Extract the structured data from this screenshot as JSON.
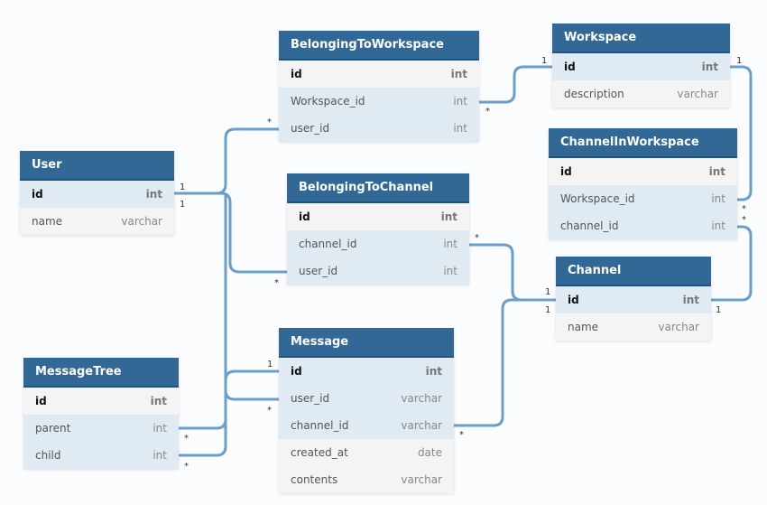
{
  "tables": {
    "belonging_to_workspace": {
      "name": "BelongingToWorkspace",
      "fields": [
        {
          "name": "id",
          "type": "int"
        },
        {
          "name": "Workspace_id",
          "type": "int"
        },
        {
          "name": "user_id",
          "type": "int"
        }
      ]
    },
    "workspace": {
      "name": "Workspace",
      "fields": [
        {
          "name": "id",
          "type": "int"
        },
        {
          "name": "description",
          "type": "varchar"
        }
      ]
    },
    "channel_in_workspace": {
      "name": "ChannelInWorkspace",
      "fields": [
        {
          "name": "id",
          "type": "int"
        },
        {
          "name": "Workspace_id",
          "type": "int"
        },
        {
          "name": "channel_id",
          "type": "int"
        }
      ]
    },
    "user": {
      "name": "User",
      "fields": [
        {
          "name": "id",
          "type": "int"
        },
        {
          "name": "name",
          "type": "varchar"
        }
      ]
    },
    "belonging_to_channel": {
      "name": "BelongingToChannel",
      "fields": [
        {
          "name": "id",
          "type": "int"
        },
        {
          "name": "channel_id",
          "type": "int"
        },
        {
          "name": "user_id",
          "type": "int"
        }
      ]
    },
    "channel": {
      "name": "Channel",
      "fields": [
        {
          "name": "id",
          "type": "int"
        },
        {
          "name": "name",
          "type": "varchar"
        }
      ]
    },
    "message": {
      "name": "Message",
      "fields": [
        {
          "name": "id",
          "type": "int"
        },
        {
          "name": "user_id",
          "type": "varchar"
        },
        {
          "name": "channel_id",
          "type": "varchar"
        },
        {
          "name": "created_at",
          "type": "date"
        },
        {
          "name": "contents",
          "type": "varchar"
        }
      ]
    },
    "message_tree": {
      "name": "MessageTree",
      "fields": [
        {
          "name": "id",
          "type": "int"
        },
        {
          "name": "parent",
          "type": "int"
        },
        {
          "name": "child",
          "type": "int"
        }
      ]
    }
  },
  "cardinality": {
    "one": "1",
    "many": "*"
  },
  "colors": {
    "header": "#316896",
    "line": "#6a9fcb",
    "highlight_row": "#dfeaf3",
    "plain_row": "#f4f4f4"
  }
}
